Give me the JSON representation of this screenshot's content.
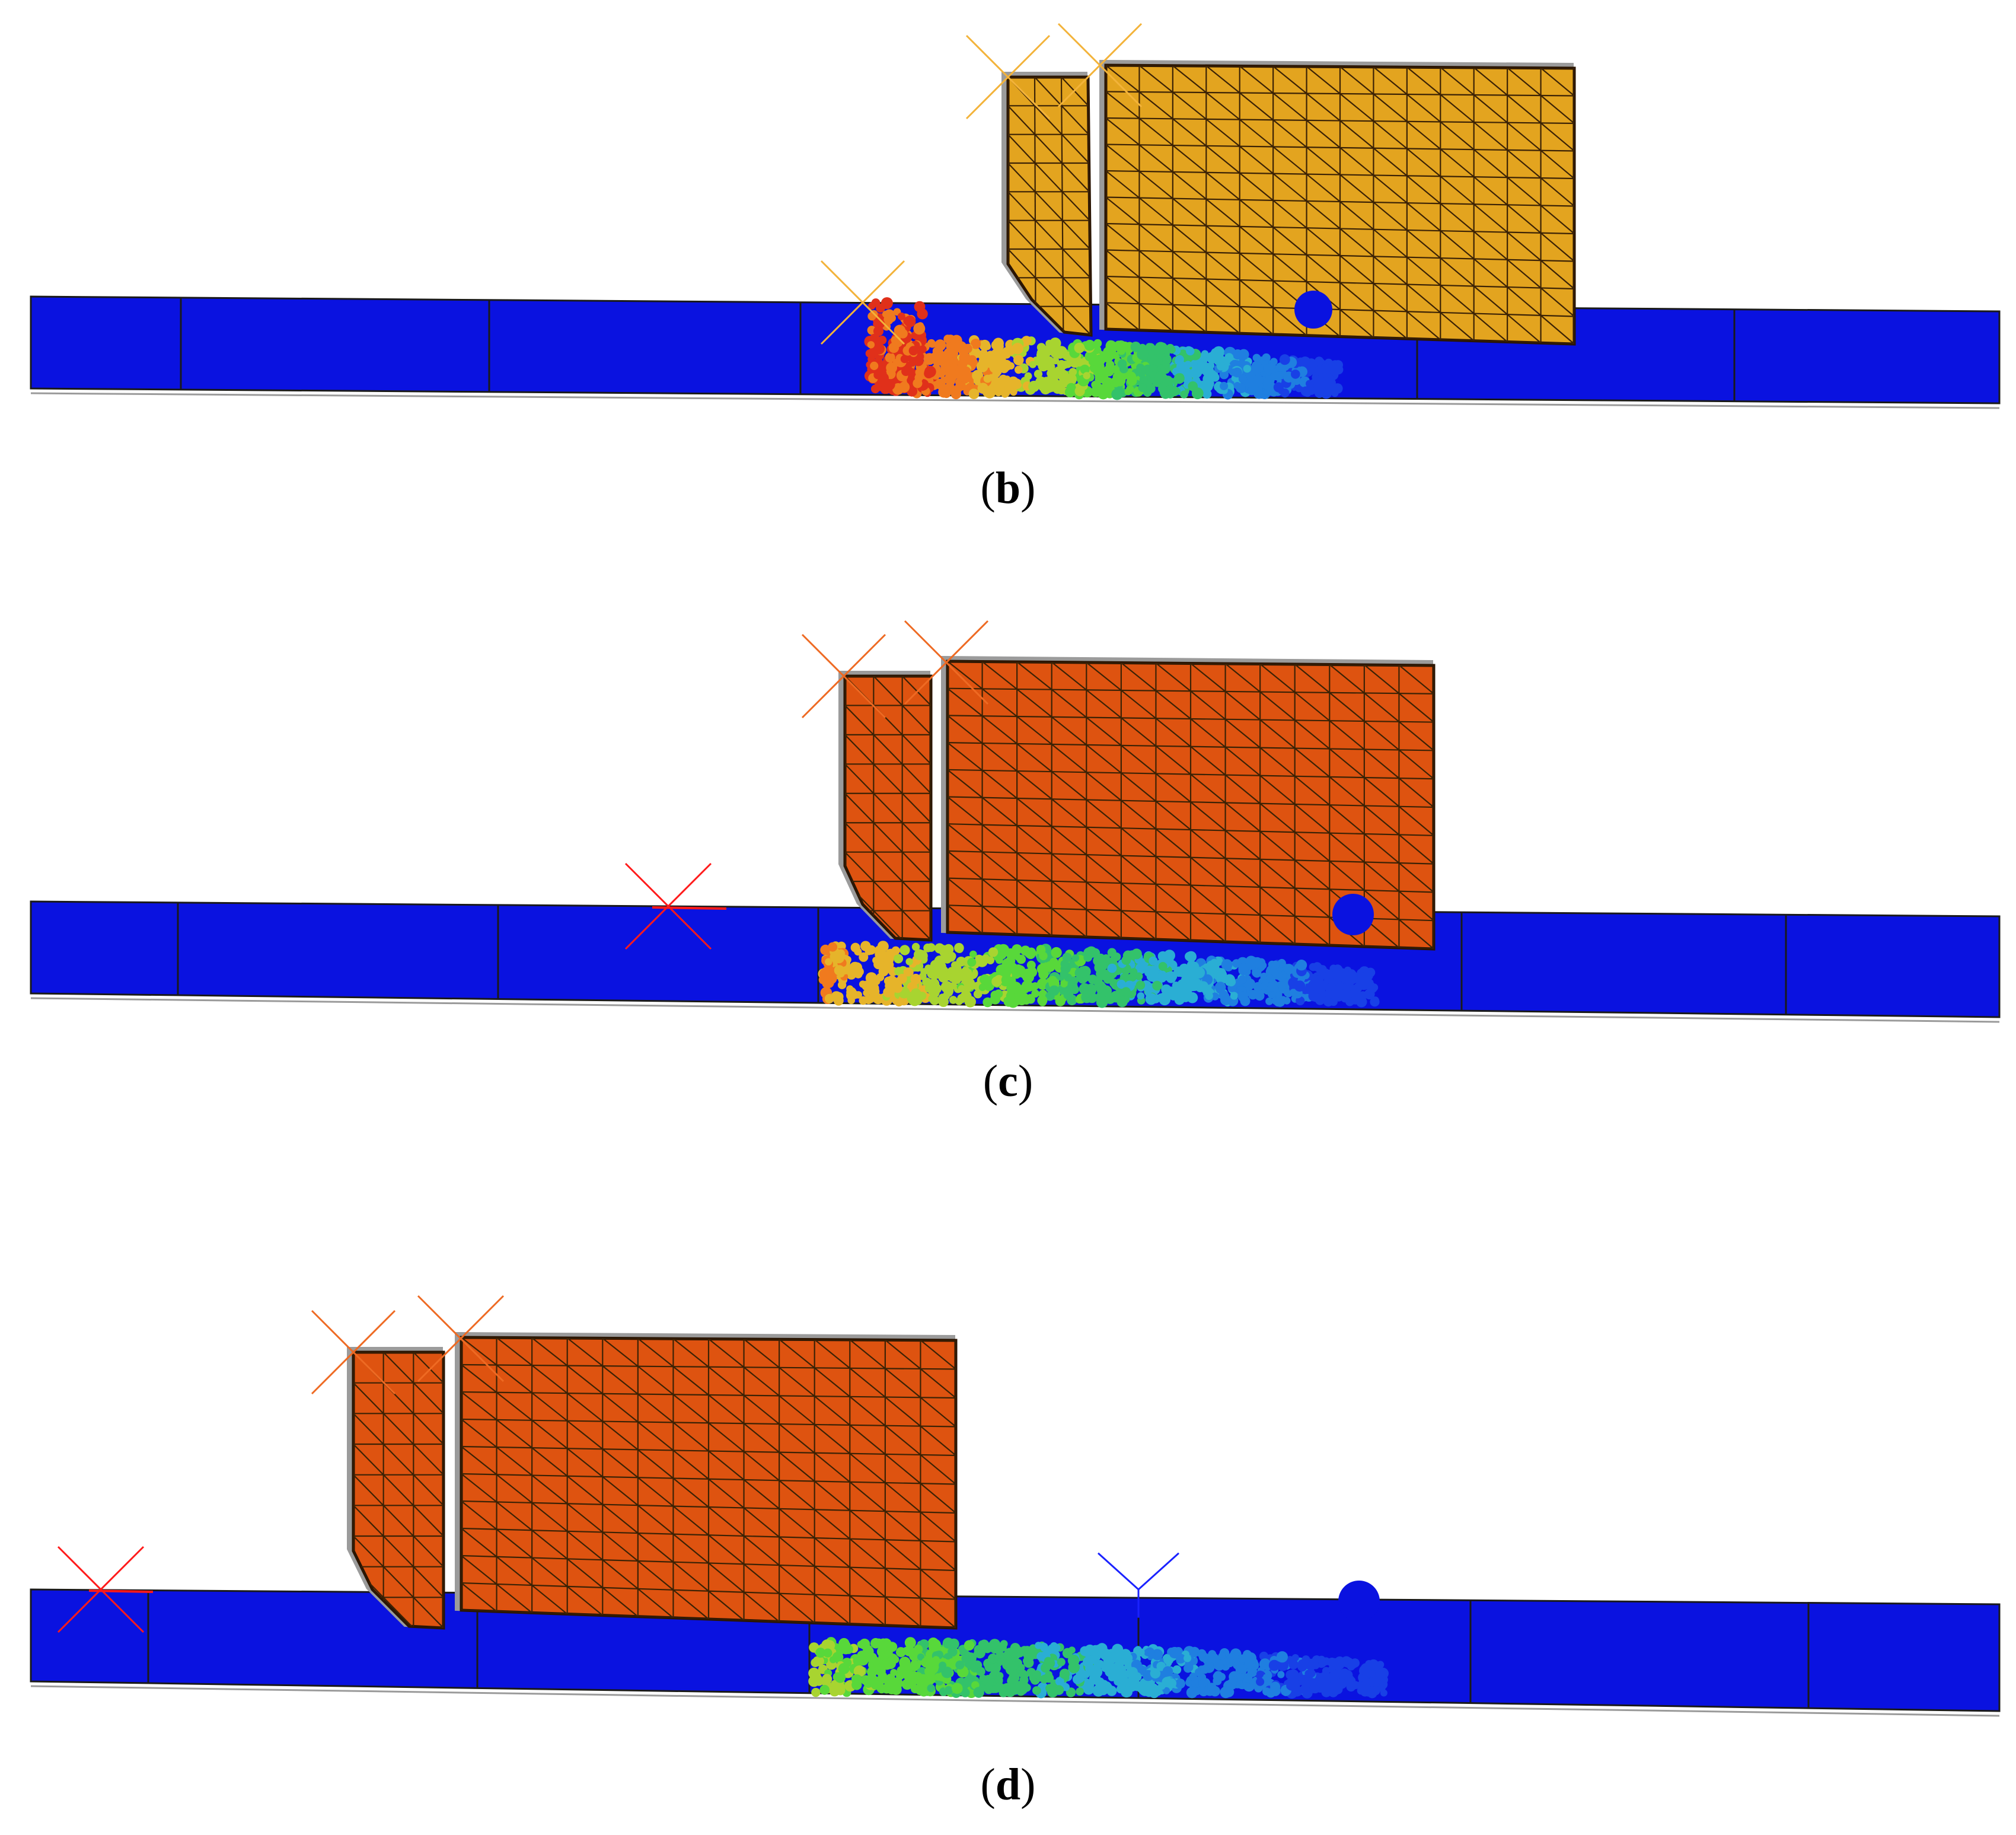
{
  "colors": {
    "track": "#0a12e0",
    "track_line": "#1a1a1a",
    "block_b": "#e3a41f",
    "block_cd": "#de5310",
    "mesh_line": "#3b2205",
    "node": "#0a12e0",
    "marker_b": "#f3b33a",
    "marker_cd": "#ee6a23",
    "marker_red": "#ff1a1a",
    "marker_blue": "#1a22ff",
    "particles": [
      "#e0301a",
      "#f07a1e",
      "#e6b42a",
      "#a8d430",
      "#58d83a",
      "#33c26a",
      "#2aaed4",
      "#1f7fe0",
      "#1840e6"
    ]
  },
  "panels": [
    {
      "id": "b",
      "caption_open": "(",
      "caption_letter": "b",
      "caption_close": ")",
      "block_color": "block_b",
      "marker_color": "marker_b"
    },
    {
      "id": "c",
      "caption_open": "(",
      "caption_letter": "c",
      "caption_close": ")",
      "block_color": "block_cd",
      "marker_color": "marker_cd"
    },
    {
      "id": "d",
      "caption_open": "(",
      "caption_letter": "d",
      "caption_close": ")",
      "block_color": "block_cd",
      "marker_color": "marker_cd"
    }
  ]
}
